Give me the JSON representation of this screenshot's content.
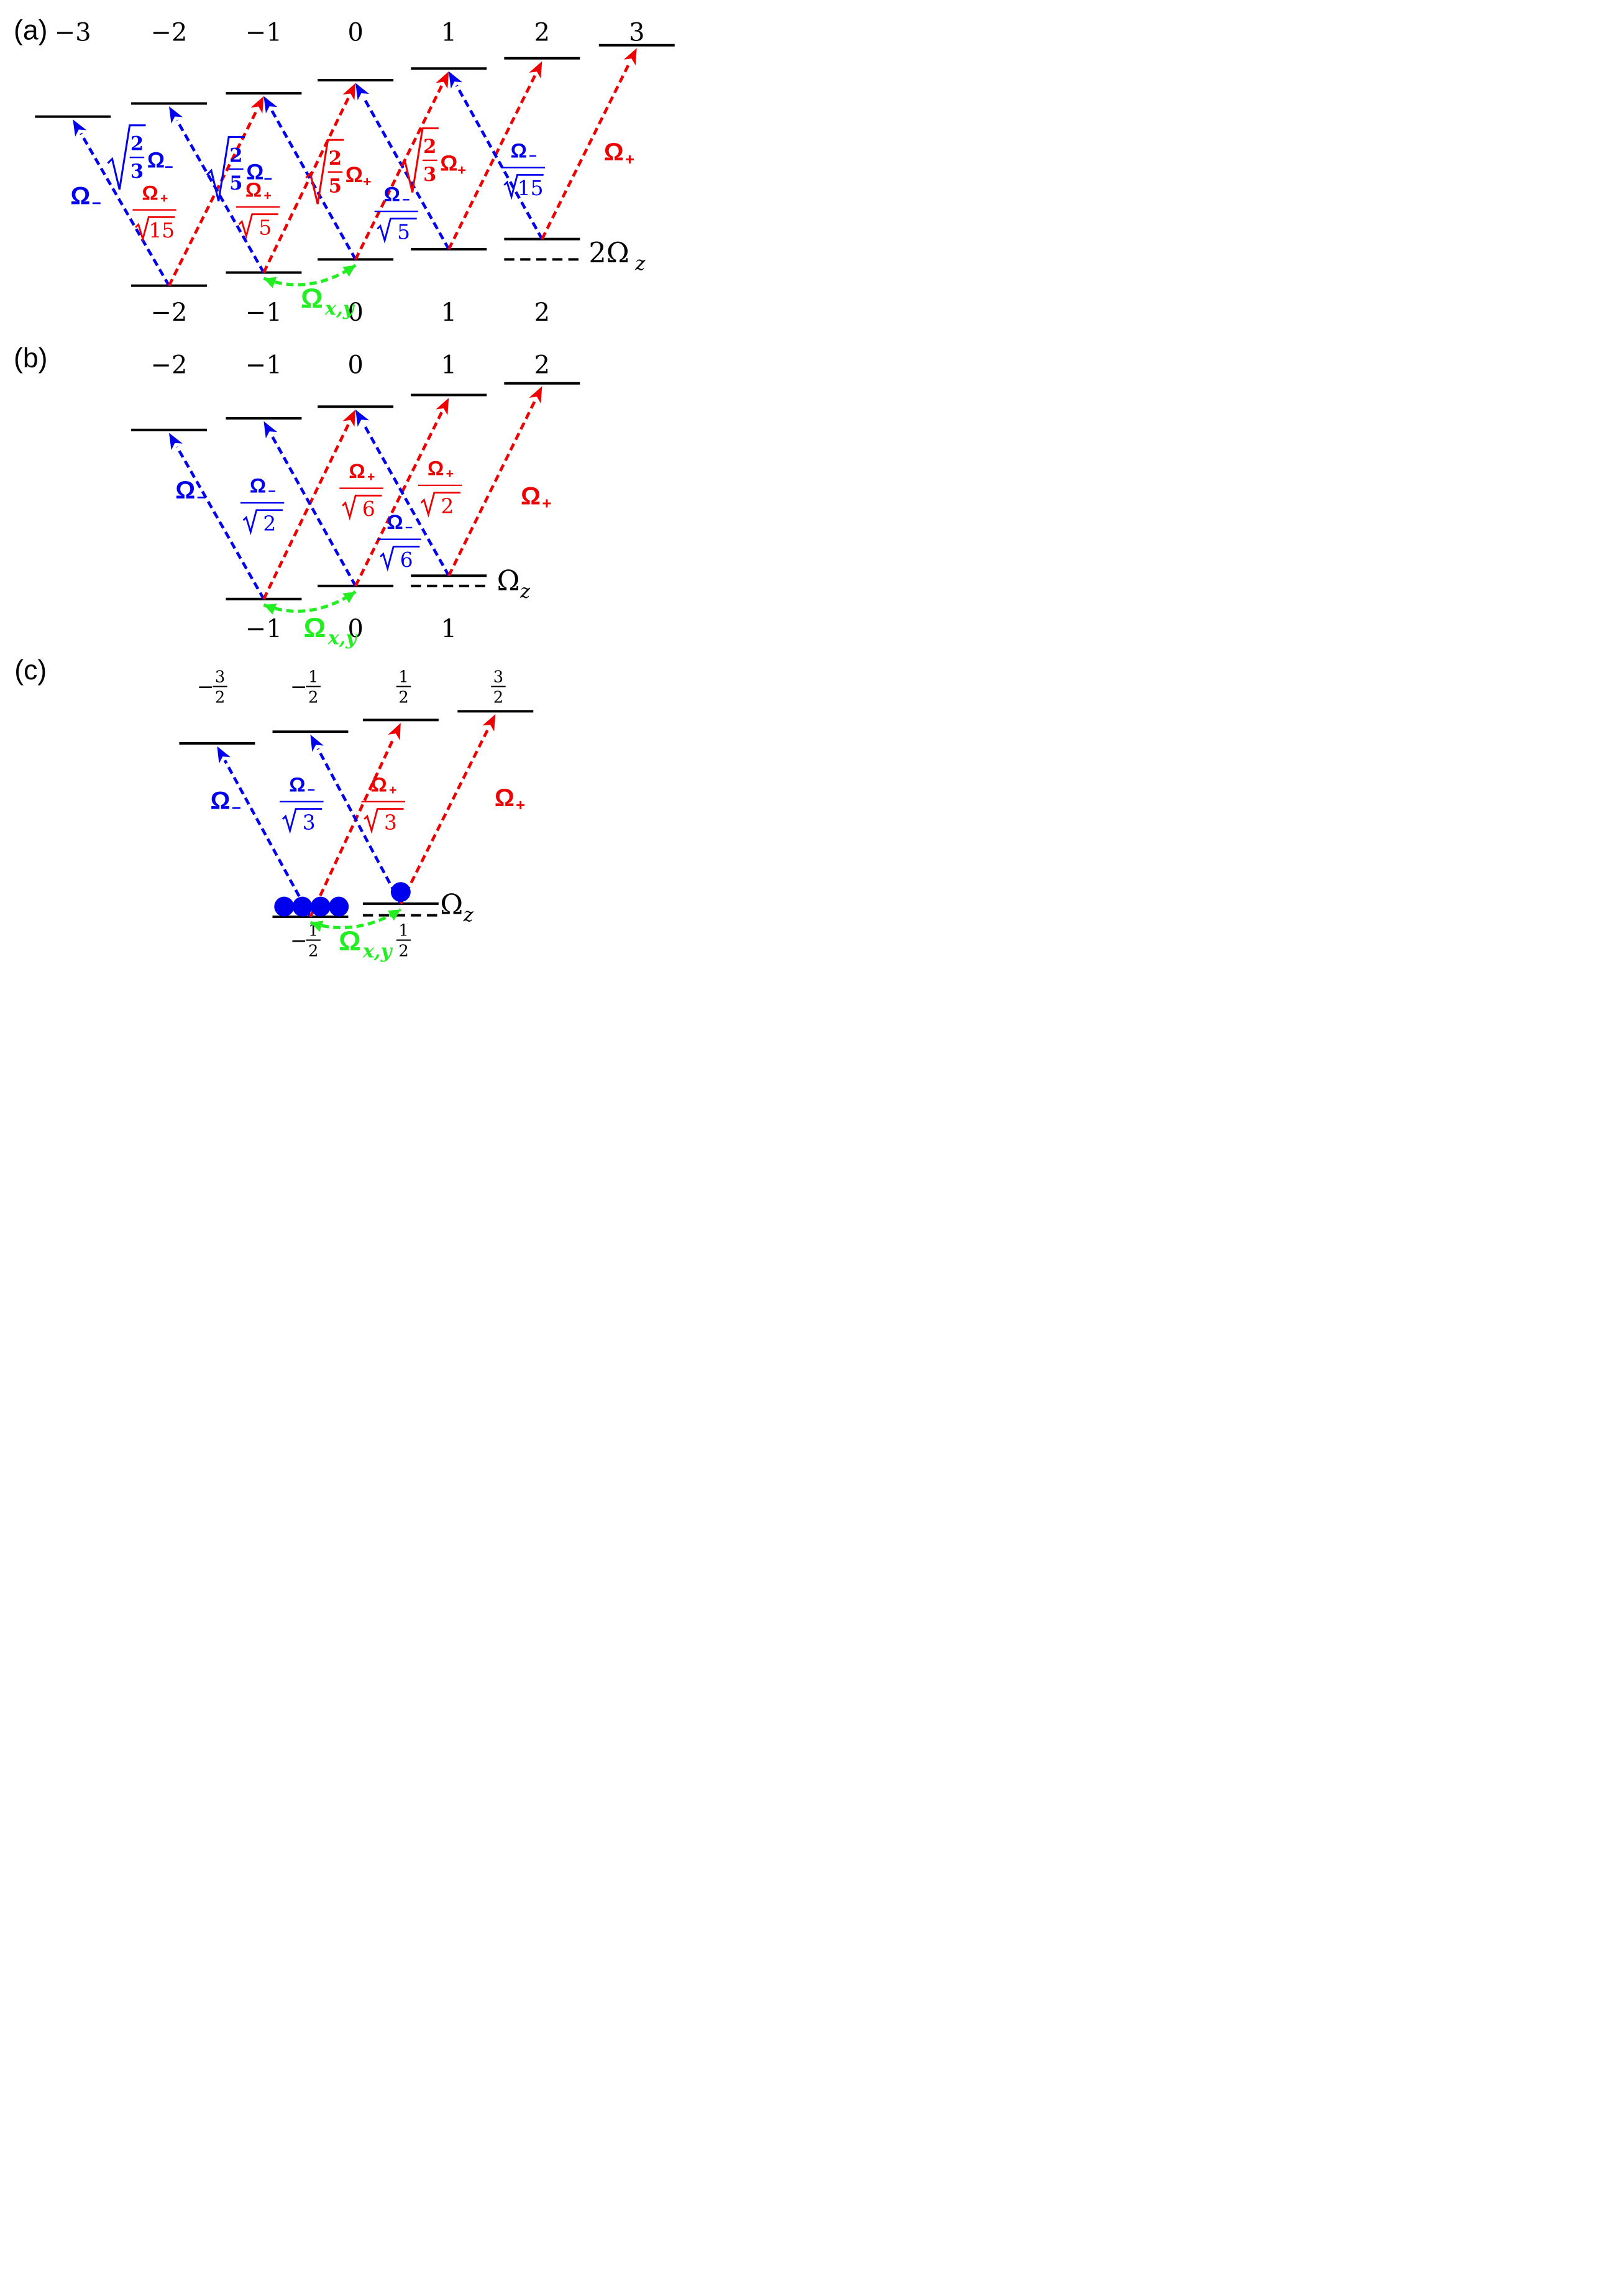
{
  "panels": [
    {
      "label": "(a)",
      "top_labels": [
        "−3",
        "−2",
        "−1",
        "0",
        "1",
        "2",
        "3"
      ],
      "bottom_labels": [
        "−2",
        "−1",
        "0",
        "1",
        "2"
      ],
      "zeeman_label": {
        "prefix": "2Ω",
        "sub": "z"
      },
      "raman_label": {
        "main": "Ω",
        "sub": "x,y"
      },
      "couplings": [
        {
          "kind": "plain",
          "text": "Ω",
          "sub": "−",
          "color": "blue"
        },
        {
          "kind": "frac",
          "num": "Ω",
          "num_sub": "+",
          "den_rad": "15",
          "color": "red"
        },
        {
          "kind": "sqrtfrac",
          "num": "2",
          "den": "3",
          "suffix": "Ω",
          "suffix_sub": "−",
          "color": "blue"
        },
        {
          "kind": "frac",
          "num": "Ω",
          "num_sub": "+",
          "den_rad": "5",
          "color": "red"
        },
        {
          "kind": "sqrtfrac",
          "num": "2",
          "den": "5",
          "suffix": "Ω",
          "suffix_sub": "−",
          "color": "blue"
        },
        {
          "kind": "sqrtfrac",
          "num": "2",
          "den": "5",
          "suffix": "Ω",
          "suffix_sub": "+",
          "color": "red"
        },
        {
          "kind": "frac",
          "num": "Ω",
          "num_sub": "−",
          "den_rad": "5",
          "color": "blue"
        },
        {
          "kind": "sqrtfrac",
          "num": "2",
          "den": "3",
          "suffix": "Ω",
          "suffix_sub": "+",
          "color": "red"
        },
        {
          "kind": "frac",
          "num": "Ω",
          "num_sub": "−",
          "den_rad": "15",
          "color": "blue"
        },
        {
          "kind": "plain",
          "text": "Ω",
          "sub": "+",
          "color": "red"
        }
      ]
    },
    {
      "label": "(b)",
      "top_labels": [
        "−2",
        "−1",
        "0",
        "1",
        "2"
      ],
      "bottom_labels": [
        "−1",
        "0",
        "1"
      ],
      "zeeman_label": {
        "prefix": "Ω",
        "sub": "z"
      },
      "raman_label": {
        "main": "Ω",
        "sub": "x,y"
      },
      "couplings": [
        {
          "kind": "plain",
          "text": "Ω",
          "sub": "−",
          "color": "blue"
        },
        {
          "kind": "frac",
          "num": "Ω",
          "num_sub": "−",
          "den_rad": "2",
          "color": "blue"
        },
        {
          "kind": "frac",
          "num": "Ω",
          "num_sub": "+",
          "den_rad": "6",
          "color": "red"
        },
        {
          "kind": "frac",
          "num": "Ω",
          "num_sub": "+",
          "den_rad": "2",
          "color": "red"
        },
        {
          "kind": "frac",
          "num": "Ω",
          "num_sub": "−",
          "den_rad": "6",
          "color": "blue"
        },
        {
          "kind": "plain",
          "text": "Ω",
          "sub": "+",
          "color": "red"
        }
      ]
    },
    {
      "label": "(c)",
      "top_labels": [
        {
          "sign": "−",
          "num": "3",
          "den": "2"
        },
        {
          "sign": "−",
          "num": "1",
          "den": "2"
        },
        {
          "sign": "",
          "num": "1",
          "den": "2"
        },
        {
          "sign": "",
          "num": "3",
          "den": "2"
        }
      ],
      "bottom_labels": [
        {
          "sign": "−",
          "num": "1",
          "den": "2"
        },
        {
          "sign": "",
          "num": "1",
          "den": "2"
        }
      ],
      "zeeman_label": {
        "prefix": "Ω",
        "sub": "z"
      },
      "raman_label": {
        "main": "Ω",
        "sub": "x,y"
      },
      "couplings": [
        {
          "kind": "plain",
          "text": "Ω",
          "sub": "−",
          "color": "blue"
        },
        {
          "kind": "frac",
          "num": "Ω",
          "num_sub": "−",
          "den_rad": "3",
          "color": "blue"
        },
        {
          "kind": "frac",
          "num": "Ω",
          "num_sub": "+",
          "den_rad": "3",
          "color": "red"
        },
        {
          "kind": "plain",
          "text": "Ω",
          "sub": "+",
          "color": "red"
        }
      ],
      "population": {
        "left_atoms": 4,
        "right_atoms": 1
      }
    }
  ],
  "colors": {
    "blue": "#0000ee",
    "red": "#ee0000",
    "green": "#22ee22",
    "black": "#000000"
  }
}
